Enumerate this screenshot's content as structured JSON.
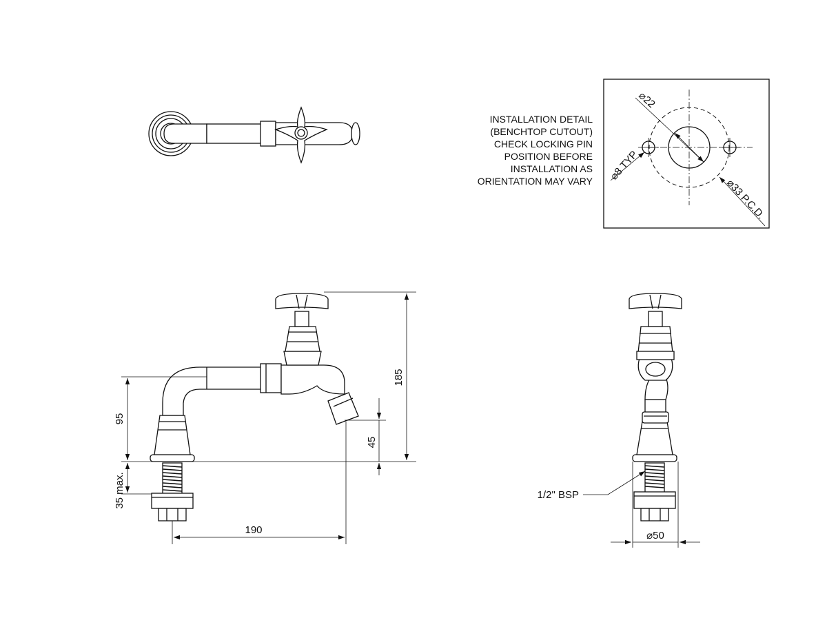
{
  "install_note": {
    "lines": [
      "INSTALLATION DETAIL",
      "(BENCHTOP CUTOUT)",
      "CHECK LOCKING PIN",
      "POSITION BEFORE",
      "INSTALLATION AS",
      "ORIENTATION MAY VARY"
    ]
  },
  "detail": {
    "dia_main": "⌀22",
    "dia_pin": "⌀8 TYP",
    "pcd": "⌀33 P.C.D."
  },
  "dimensions": {
    "height_total": "185",
    "height_spout": "95",
    "height_outlet": "45",
    "reach": "190",
    "max_mount": "35 max.",
    "base_dia": "⌀50",
    "thread": "1/2\" BSP"
  }
}
